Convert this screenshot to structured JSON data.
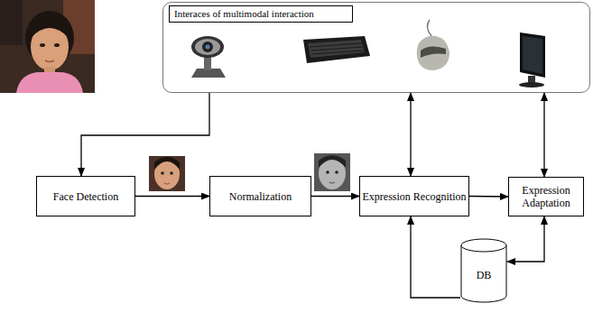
{
  "diagram": {
    "nodes": [
      {
        "text": [
          "Interaces of multimodal interaction"
        ]
      },
      {
        "text": [
          "Face Detection"
        ]
      },
      {
        "text": [
          "Normalization"
        ]
      },
      {
        "text": [
          "Expression Recognition"
        ]
      },
      {
        "text": [
          "Expression Adaptation"
        ]
      },
      {
        "text": [
          "DB"
        ]
      }
    ],
    "edges": [
      {
        "from": 0,
        "to": 1,
        "arrow": "to"
      },
      {
        "from": 1,
        "to": 2,
        "arrow": "to"
      },
      {
        "from": 2,
        "to": 3,
        "arrow": "to"
      },
      {
        "from": 0,
        "to": 3,
        "arrow": "both"
      },
      {
        "from": 3,
        "to": 4,
        "arrow": "to"
      },
      {
        "from": 0,
        "to": 4,
        "arrow": "both"
      },
      {
        "from": 5,
        "to": 3,
        "arrow": "to"
      },
      {
        "from": 5,
        "to": 4,
        "arrow": "both"
      }
    ]
  }
}
